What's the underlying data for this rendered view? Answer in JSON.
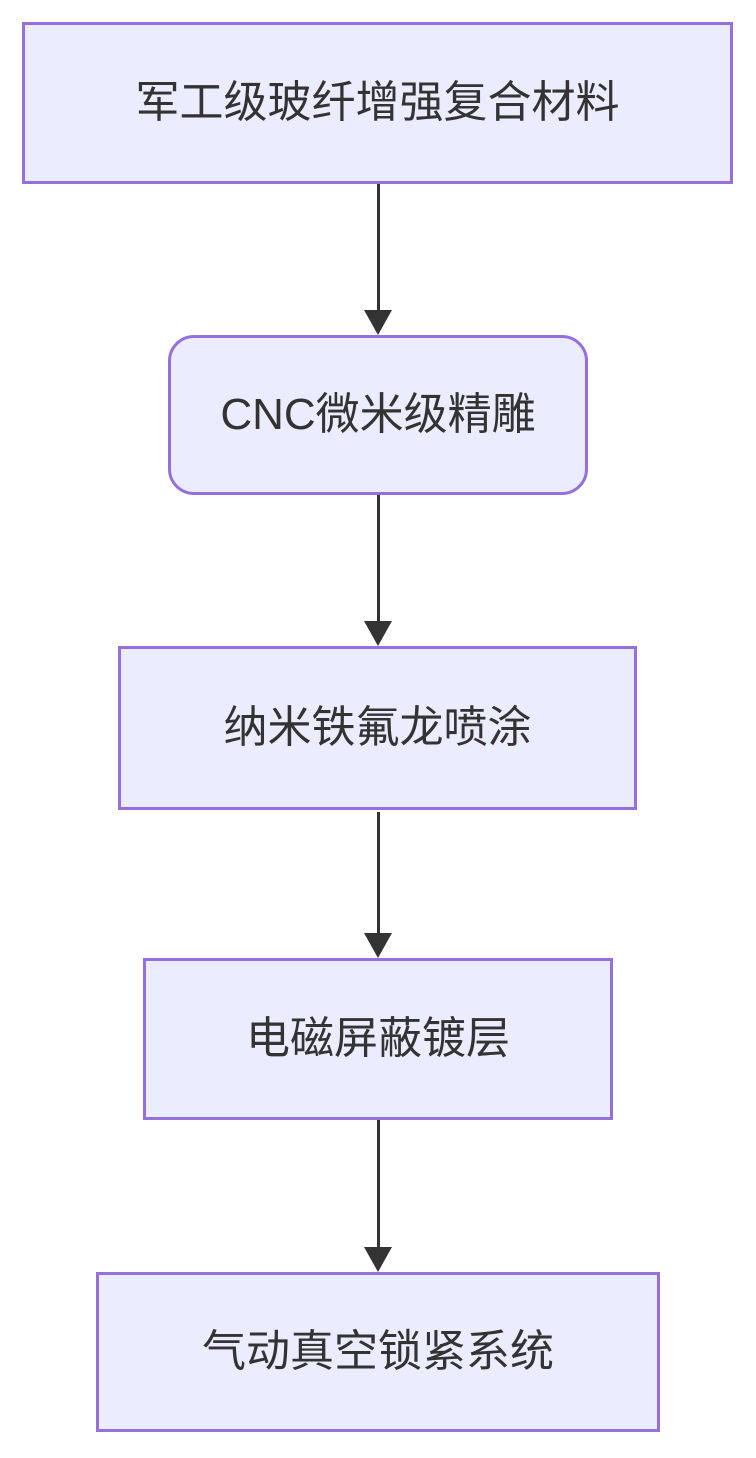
{
  "diagram": {
    "type": "flowchart",
    "direction": "top-to-bottom",
    "nodes": [
      {
        "id": "n1",
        "label": "军工级玻纤增强复合材料",
        "shape": "rectangle"
      },
      {
        "id": "n2",
        "label": "CNC微米级精雕",
        "shape": "rounded-rectangle"
      },
      {
        "id": "n3",
        "label": "纳米铁氟龙喷涂",
        "shape": "rectangle"
      },
      {
        "id": "n4",
        "label": "电磁屏蔽镀层",
        "shape": "rectangle"
      },
      {
        "id": "n5",
        "label": "气动真空锁紧系统",
        "shape": "rectangle"
      }
    ],
    "edges": [
      {
        "from": "n1",
        "to": "n2",
        "style": "solid",
        "arrowhead": "filled-triangle"
      },
      {
        "from": "n2",
        "to": "n3",
        "style": "solid",
        "arrowhead": "filled-triangle"
      },
      {
        "from": "n3",
        "to": "n4",
        "style": "solid",
        "arrowhead": "filled-triangle"
      },
      {
        "from": "n4",
        "to": "n5",
        "style": "solid",
        "arrowhead": "filled-triangle"
      }
    ],
    "colors": {
      "node_fill": "#ECECFF",
      "node_border": "#9370DB",
      "edge": "#333333",
      "text": "#333333",
      "background": "#FFFFFF"
    }
  }
}
